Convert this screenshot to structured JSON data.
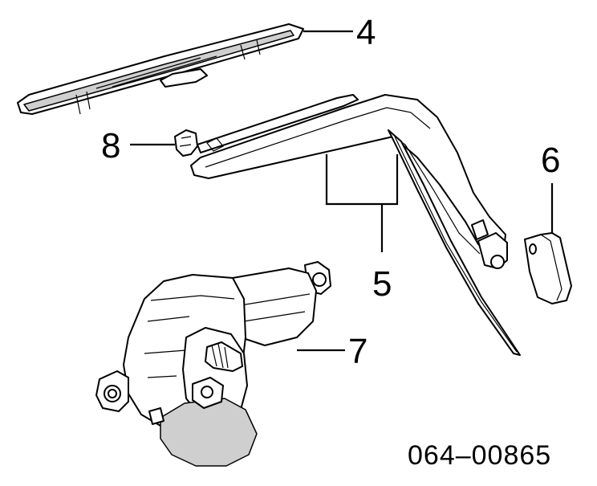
{
  "callouts": {
    "c4": "4",
    "c5": "5",
    "c6": "6",
    "c7": "7",
    "c8": "8"
  },
  "part_number": "064–00865"
}
